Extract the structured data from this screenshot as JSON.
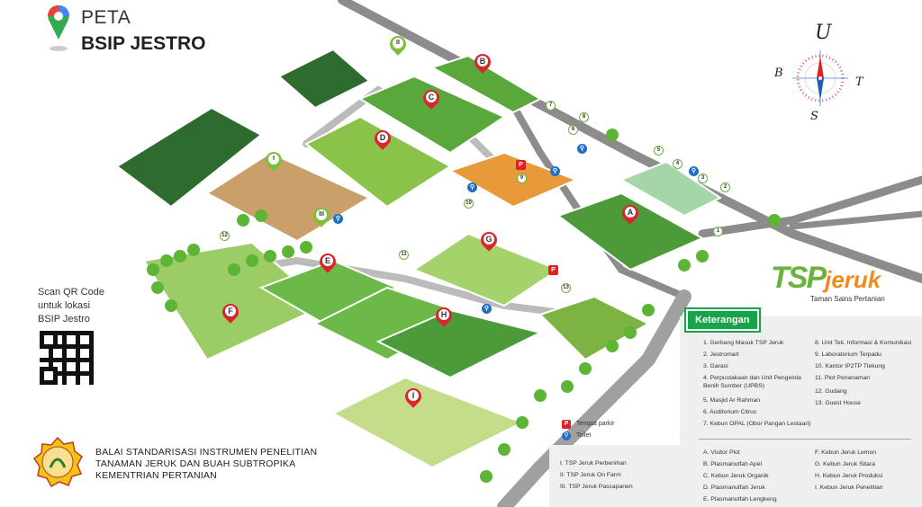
{
  "header": {
    "title_line1": "PETA",
    "title_line2": "BSIP JESTRO"
  },
  "qr": {
    "caption_lines": [
      "Scan QR Code",
      "untuk lokasi",
      "BSIP Jestro"
    ]
  },
  "organization": {
    "lines": [
      "BALAI STANDARISASI INSTRUMEN PENELITIAN",
      "TANAMAN JERUK DAN BUAH SUBTROPIKA",
      "KEMENTRIAN PERTANIAN"
    ]
  },
  "compass": {
    "north": "U",
    "south": "S",
    "east": "T",
    "west": "B"
  },
  "logo": {
    "tsp": "TSP",
    "jeruk": "jeruk",
    "subtitle": "Taman Sains Pertanian"
  },
  "legend": {
    "title": "Keterangan",
    "facilities": [
      "1. Gerbang Masuk TSP Jeruk",
      "2. Jestromart",
      "3. Garasi",
      "4. Perpustakaan dan Unit Pengelola",
      "Benih Sumber (UPBS)",
      "5. Masjid Ar Rahman",
      "6. Auditorium Citrus",
      "7. Kebun OPAL (Obor Pangan Lestaari)",
      "8. Unit Tek. Informasi & Komunikasi",
      "9. Laboratorium Terpadu",
      "10. Kantor IP2TP Tlekung",
      "11. Plot Penanaman",
      "12. Gudang",
      "13. Guest House"
    ],
    "plots": [
      "A. Visitor Plot",
      "B. Plasmanutfah Apel",
      "C. Kebun Jeruk Organik",
      "D. Plasmanutfah Jeruk",
      "E. Plasmanutfah Lengkeng",
      "F. Kebun Jeruk Lemon",
      "G. Kebun Jeruk Sitara",
      "H. Kebun Jeruk Produksi",
      "I. Kebun Jeruk Penelitian"
    ],
    "tsp": [
      "I. TSP Jeruk Perbenihan",
      "II. TSP Jeruk On Farm",
      "III. TSP Jeruk Pascapanen"
    ],
    "symbols": {
      "parking": "Tempat parkir",
      "toilet": "Toilet",
      "parking_glyph": "P",
      "toilet_glyph": "👫"
    }
  },
  "map_markers": {
    "letters": [
      "A",
      "B",
      "C",
      "D",
      "E",
      "F",
      "G",
      "H",
      "I"
    ],
    "roman": [
      "I",
      "II",
      "III"
    ],
    "numbers": [
      "1",
      "2",
      "3",
      "4",
      "5",
      "6",
      "7",
      "8",
      "9",
      "10",
      "11",
      "12",
      "13"
    ]
  },
  "colors": {
    "field_green": "#6cb94a",
    "dark_field": "#2e7d32",
    "road": "#8a8a8a",
    "marker_red": "#d8262c",
    "accent_green": "#17a34a"
  }
}
